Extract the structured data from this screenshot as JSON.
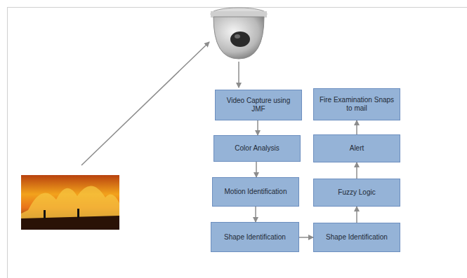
{
  "diagram": {
    "nodes": [
      {
        "text": [
          "Video Capture using JMF"
        ]
      },
      {
        "text": [
          "Color Analysis"
        ]
      },
      {
        "text": [
          "Motion Identification"
        ]
      },
      {
        "text": [
          "Shape Identification"
        ]
      },
      {
        "text": [
          "Shape Identification"
        ]
      },
      {
        "text": [
          "Fuzzy Logic"
        ]
      },
      {
        "text": [
          "Alert"
        ]
      },
      {
        "text": [
          "Fire Examination Snaps to mail"
        ]
      }
    ],
    "edges": [
      {
        "from": 0,
        "to": 1,
        "arrow": "to"
      },
      {
        "from": 1,
        "to": 2,
        "arrow": "to"
      },
      {
        "from": 2,
        "to": 3,
        "arrow": "to"
      },
      {
        "from": 3,
        "to": 4,
        "arrow": "to"
      },
      {
        "from": 4,
        "to": 5,
        "arrow": "to"
      },
      {
        "from": 5,
        "to": 6,
        "arrow": "to"
      },
      {
        "from": 6,
        "to": 7,
        "arrow": "to"
      }
    ]
  }
}
